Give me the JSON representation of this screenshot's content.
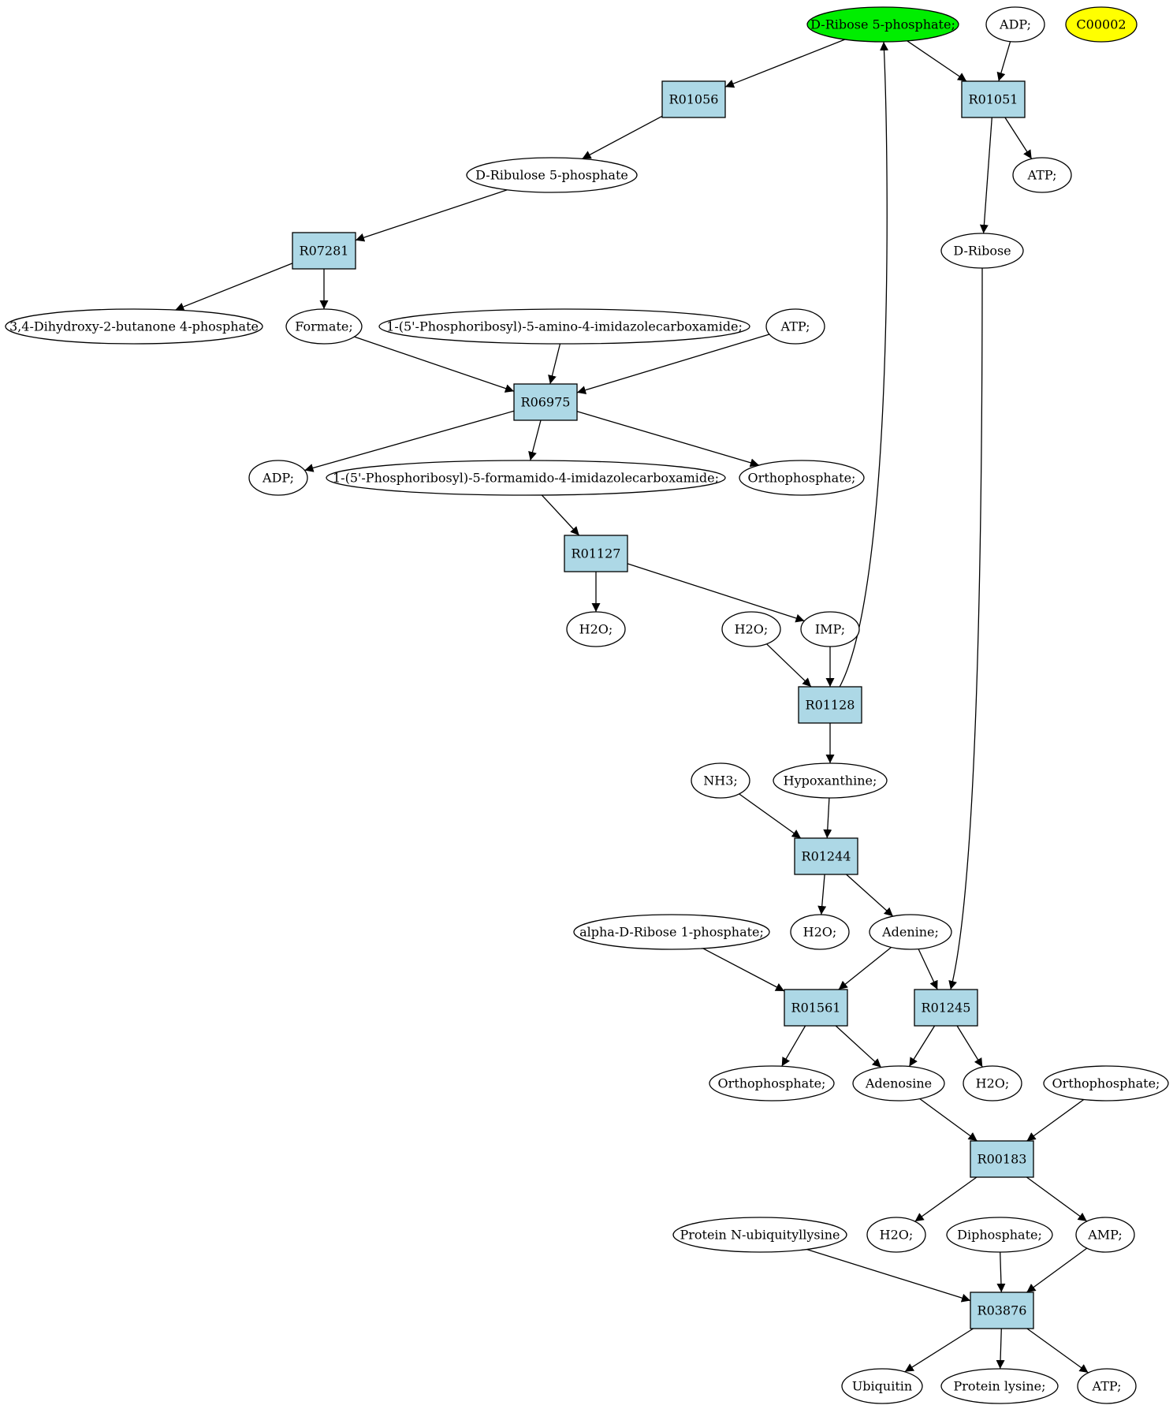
{
  "colors": {
    "reaction_fill": "#add8e6",
    "compound_fill": "#ffffff",
    "highlight_green": "#00ee00",
    "highlight_yellow": "#ffff00"
  },
  "nodes": {
    "c_r5p": {
      "label": "D-Ribose 5-phosphate;",
      "kind": "compound",
      "fill": "#00ee00"
    },
    "c_adp_top": {
      "label": "ADP;",
      "kind": "compound"
    },
    "c_c00002": {
      "label": "C00002",
      "kind": "compound",
      "fill": "#ffff00"
    },
    "r_R01056": {
      "label": "R01056",
      "kind": "reaction"
    },
    "r_R01051": {
      "label": "R01051",
      "kind": "reaction"
    },
    "c_ru5p": {
      "label": "D-Ribulose 5-phosphate",
      "kind": "compound"
    },
    "c_atp1": {
      "label": "ATP;",
      "kind": "compound"
    },
    "c_dribose": {
      "label": "D-Ribose",
      "kind": "compound"
    },
    "r_R07281": {
      "label": "R07281",
      "kind": "reaction"
    },
    "c_dhbp": {
      "label": "3,4-Dihydroxy-2-butanone 4-phosphate",
      "kind": "compound"
    },
    "c_formate": {
      "label": "Formate;",
      "kind": "compound"
    },
    "c_aicar": {
      "label": "1-(5'-Phosphoribosyl)-5-amino-4-imidazolecarboxamide;",
      "kind": "compound"
    },
    "c_atp2": {
      "label": "ATP;",
      "kind": "compound"
    },
    "r_R06975": {
      "label": "R06975",
      "kind": "reaction"
    },
    "c_adp2": {
      "label": "ADP;",
      "kind": "compound"
    },
    "c_faicar": {
      "label": "1-(5'-Phosphoribosyl)-5-formamido-4-imidazolecarboxamide;",
      "kind": "compound"
    },
    "c_pi1": {
      "label": "Orthophosphate;",
      "kind": "compound"
    },
    "r_R01127": {
      "label": "R01127",
      "kind": "reaction"
    },
    "c_h2o1": {
      "label": "H2O;",
      "kind": "compound"
    },
    "c_h2o2": {
      "label": "H2O;",
      "kind": "compound"
    },
    "c_imp": {
      "label": "IMP;",
      "kind": "compound"
    },
    "r_R01128": {
      "label": "R01128",
      "kind": "reaction"
    },
    "c_nh3": {
      "label": "NH3;",
      "kind": "compound"
    },
    "c_hypox": {
      "label": "Hypoxanthine;",
      "kind": "compound"
    },
    "r_R01244": {
      "label": "R01244",
      "kind": "reaction"
    },
    "c_ar1p": {
      "label": "alpha-D-Ribose 1-phosphate;",
      "kind": "compound"
    },
    "c_h2o3": {
      "label": "H2O;",
      "kind": "compound"
    },
    "c_adenine": {
      "label": "Adenine;",
      "kind": "compound"
    },
    "r_R01561": {
      "label": "R01561",
      "kind": "reaction"
    },
    "r_R01245": {
      "label": "R01245",
      "kind": "reaction"
    },
    "c_pi2": {
      "label": "Orthophosphate;",
      "kind": "compound"
    },
    "c_adenosine": {
      "label": "Adenosine",
      "kind": "compound"
    },
    "c_h2o4": {
      "label": "H2O;",
      "kind": "compound"
    },
    "c_pi3": {
      "label": "Orthophosphate;",
      "kind": "compound"
    },
    "r_R00183": {
      "label": "R00183",
      "kind": "reaction"
    },
    "c_pnul": {
      "label": "Protein N-ubiquityllysine",
      "kind": "compound"
    },
    "c_h2o5": {
      "label": "H2O;",
      "kind": "compound"
    },
    "c_ppi": {
      "label": "Diphosphate;",
      "kind": "compound"
    },
    "c_amp": {
      "label": "AMP;",
      "kind": "compound"
    },
    "r_R03876": {
      "label": "R03876",
      "kind": "reaction"
    },
    "c_ubq": {
      "label": "Ubiquitin",
      "kind": "compound"
    },
    "c_plys": {
      "label": "Protein lysine;",
      "kind": "compound"
    },
    "c_atp3": {
      "label": "ATP;",
      "kind": "compound"
    }
  },
  "edges": [
    [
      "c_r5p",
      "r_R01056"
    ],
    [
      "c_r5p",
      "r_R01051"
    ],
    [
      "c_adp_top",
      "r_R01051"
    ],
    [
      "r_R01056",
      "c_ru5p"
    ],
    [
      "r_R01051",
      "c_atp1"
    ],
    [
      "r_R01051",
      "c_dribose"
    ],
    [
      "c_ru5p",
      "r_R07281"
    ],
    [
      "r_R07281",
      "c_dhbp"
    ],
    [
      "r_R07281",
      "c_formate"
    ],
    [
      "c_formate",
      "r_R06975"
    ],
    [
      "c_aicar",
      "r_R06975"
    ],
    [
      "c_atp2",
      "r_R06975"
    ],
    [
      "r_R06975",
      "c_adp2"
    ],
    [
      "r_R06975",
      "c_faicar"
    ],
    [
      "r_R06975",
      "c_pi1"
    ],
    [
      "c_faicar",
      "r_R01127"
    ],
    [
      "r_R01127",
      "c_h2o1"
    ],
    [
      "r_R01127",
      "c_imp"
    ],
    [
      "c_h2o2",
      "r_R01128"
    ],
    [
      "c_imp",
      "r_R01128"
    ],
    [
      "r_R01128",
      "c_r5p"
    ],
    [
      "r_R01128",
      "c_hypox"
    ],
    [
      "c_nh3",
      "r_R01244"
    ],
    [
      "c_hypox",
      "r_R01244"
    ],
    [
      "r_R01244",
      "c_h2o3"
    ],
    [
      "r_R01244",
      "c_adenine"
    ],
    [
      "c_ar1p",
      "r_R01561"
    ],
    [
      "c_adenine",
      "r_R01561"
    ],
    [
      "c_adenine",
      "r_R01245"
    ],
    [
      "c_dribose",
      "r_R01245"
    ],
    [
      "r_R01561",
      "c_pi2"
    ],
    [
      "r_R01561",
      "c_adenosine"
    ],
    [
      "r_R01245",
      "c_adenosine"
    ],
    [
      "r_R01245",
      "c_h2o4"
    ],
    [
      "c_adenosine",
      "r_R00183"
    ],
    [
      "c_pi3",
      "r_R00183"
    ],
    [
      "r_R00183",
      "c_h2o5"
    ],
    [
      "r_R00183",
      "c_amp"
    ],
    [
      "c_pnul",
      "r_R03876"
    ],
    [
      "c_ppi",
      "r_R03876"
    ],
    [
      "c_amp",
      "r_R03876"
    ],
    [
      "r_R03876",
      "c_ubq"
    ],
    [
      "r_R03876",
      "c_plys"
    ],
    [
      "r_R03876",
      "c_atp3"
    ]
  ]
}
